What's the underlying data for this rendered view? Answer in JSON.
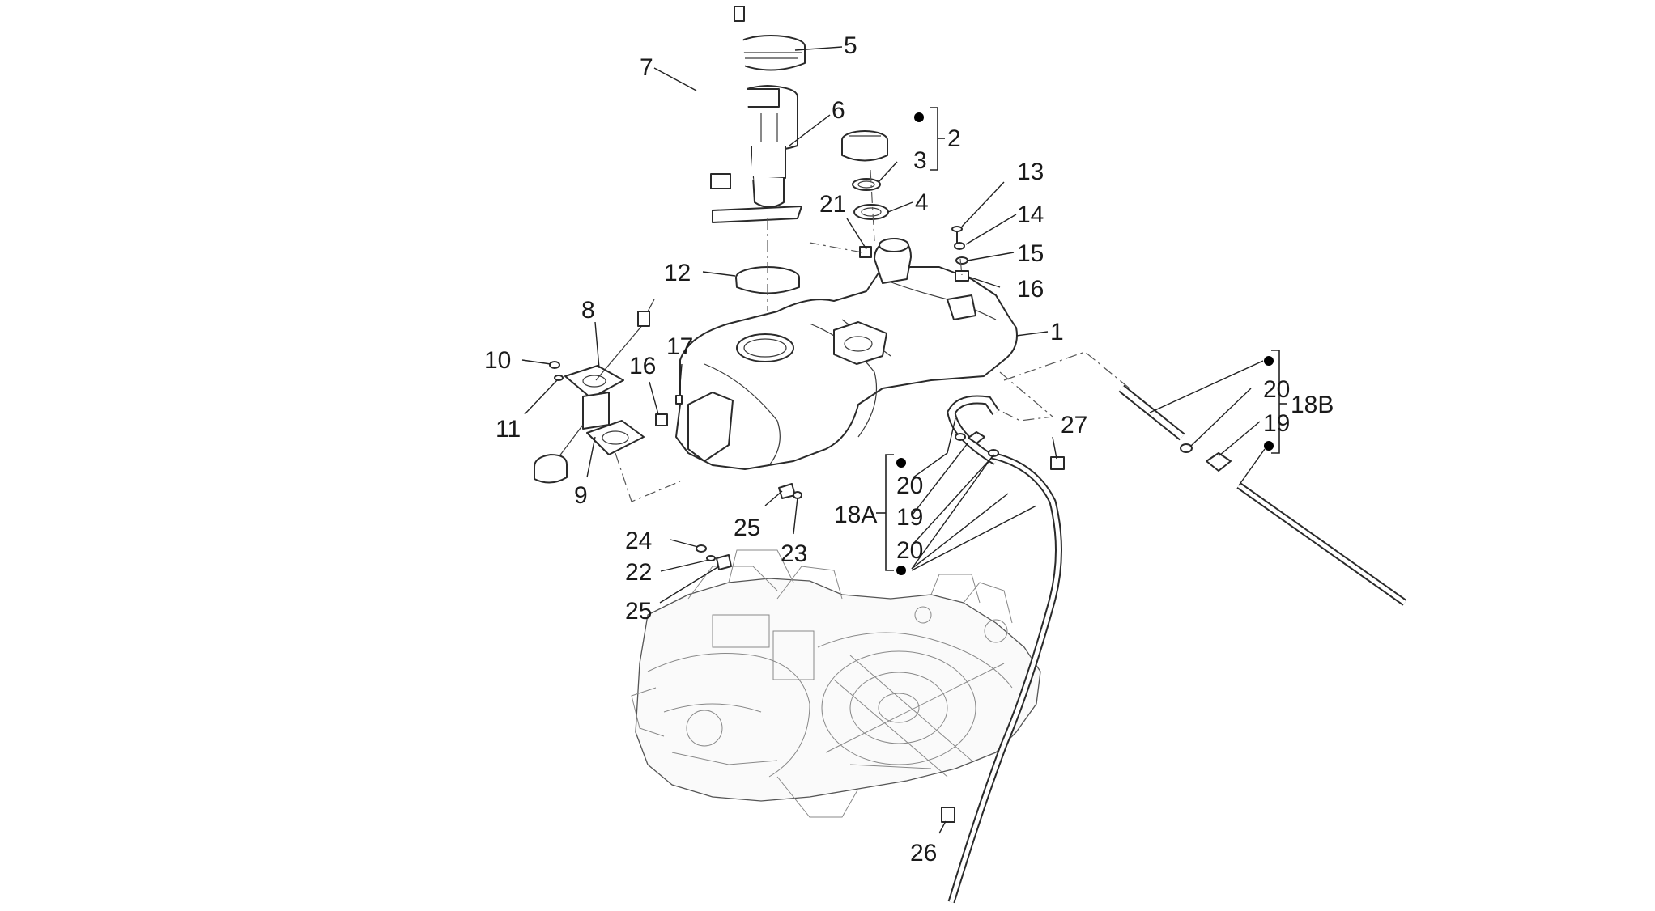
{
  "labels": {
    "l1": "1",
    "l2": "2",
    "l3": "3",
    "l4": "4",
    "l5": "5",
    "l6": "6",
    "l7": "7",
    "l8": "8",
    "l9": "9",
    "l10": "10",
    "l11": "11",
    "l12": "12",
    "l13": "13",
    "l14": "14",
    "l15": "15",
    "l16a": "16",
    "l16b": "16",
    "l17": "17",
    "l18A": "18A",
    "l18B": "18B",
    "l19a": "19",
    "l19b": "19",
    "l20a": "20",
    "l20b": "20",
    "l20c": "20",
    "l21": "21",
    "l22": "22",
    "l23": "23",
    "l24": "24",
    "l25a": "25",
    "l25b": "25",
    "l26": "26",
    "l27": "27"
  },
  "colors": {
    "line": "#222222",
    "marker": "#000000",
    "background": "#ffffff"
  }
}
